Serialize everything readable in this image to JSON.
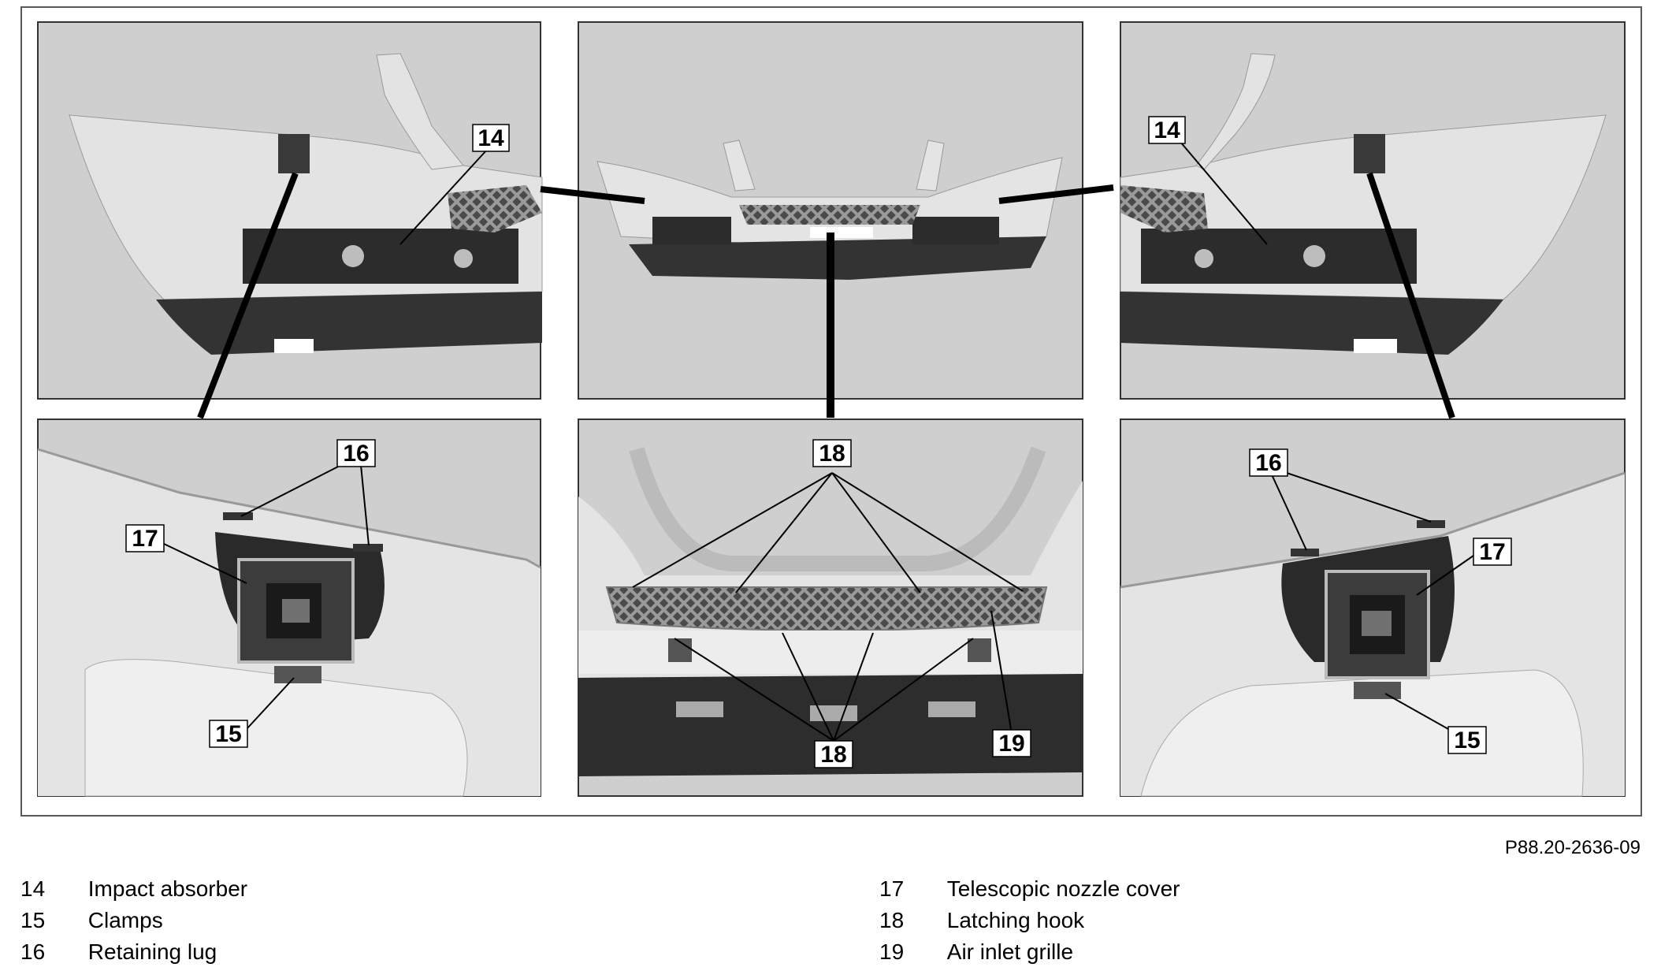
{
  "figure_ref": "P88.20-2636-09",
  "callouts": {
    "c14": "14",
    "c15": "15",
    "c16": "16",
    "c17": "17",
    "c18": "18",
    "c19": "19"
  },
  "legend": {
    "left": [
      {
        "number": "14",
        "text": "Impact absorber"
      },
      {
        "number": "15",
        "text": "Clamps"
      },
      {
        "number": "16",
        "text": "Retaining lug"
      }
    ],
    "right": [
      {
        "number": "17",
        "text": "Telescopic nozzle cover"
      },
      {
        "number": "18",
        "text": "Latching hook"
      },
      {
        "number": "19",
        "text": "Air inlet grille"
      }
    ]
  },
  "colors": {
    "panel_bg": "#cfcfcf",
    "bumper_light": "#e6e6e6",
    "bumper_dark": "#2f2f2f",
    "grille": "#8a8a8a",
    "line": "#000000"
  }
}
